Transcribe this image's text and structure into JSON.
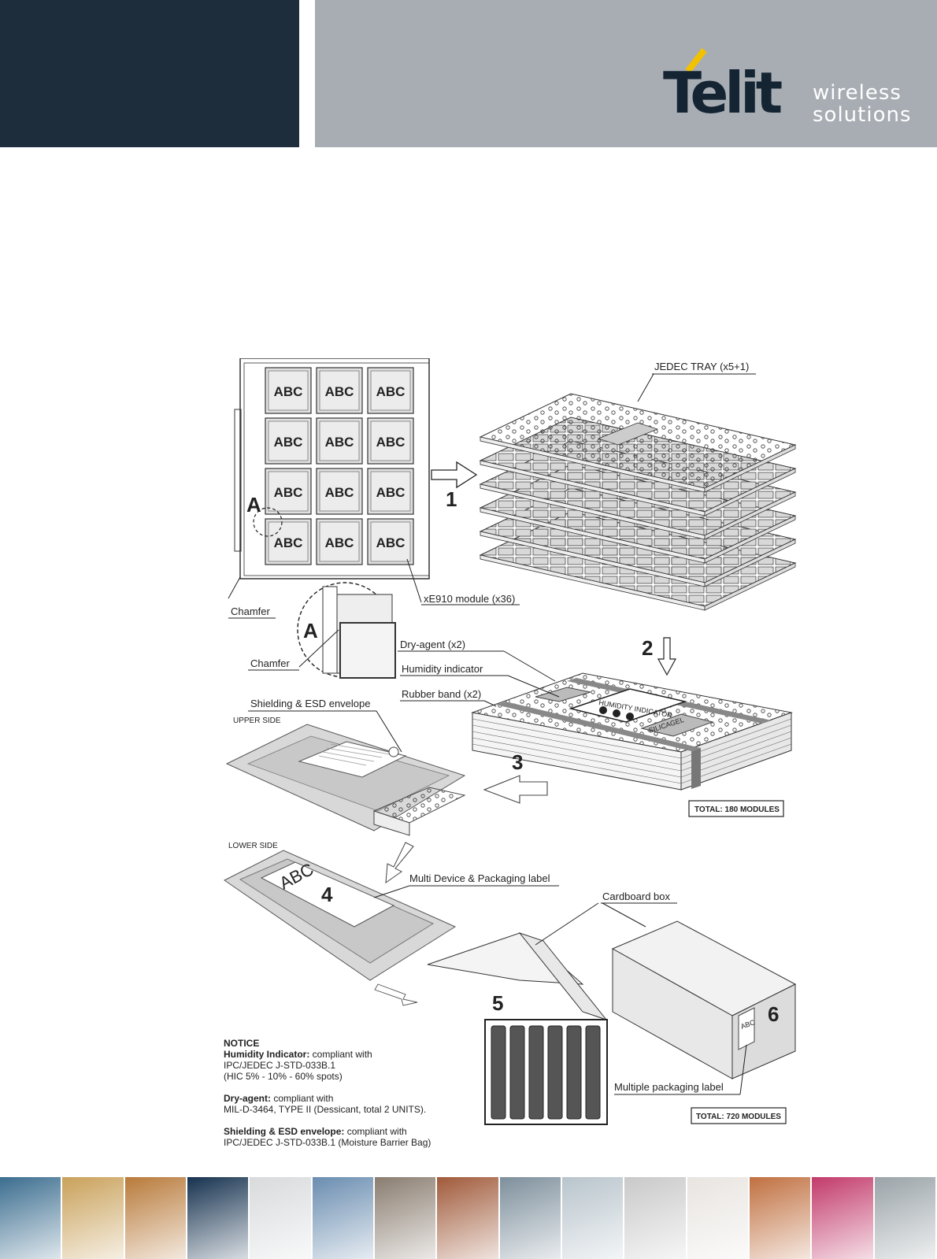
{
  "brand": {
    "name": "Telit",
    "tagline": [
      "wireless",
      "solutions"
    ],
    "colors": {
      "dark": "#1e2d3b",
      "grey": "#a8adb3",
      "accent": "#f2c200"
    }
  },
  "diagram": {
    "tray_cells": [
      "ABC",
      "ABC",
      "ABC",
      "ABC",
      "ABC",
      "ABC",
      "ABC",
      "ABC",
      "ABC",
      "ABC",
      "ABC",
      "ABC"
    ],
    "labels": {
      "jedec_tray": "JEDEC TRAY (x5+1)",
      "point_a": "A",
      "detail_a": "A",
      "chamfer_1": "Chamfer",
      "chamfer_2": "Chamfer",
      "module": "xE910 module (x36)",
      "dry_agent": "Dry-agent (x2)",
      "humidity": "Humidity indicator",
      "rubber_band": "Rubber band (x2)",
      "shielding": "Shielding & ESD envelope",
      "upper_side": "UPPER SIDE",
      "lower_side": "LOWER SIDE",
      "multi_label": "Multi Device & Packaging label",
      "cardboard": "Cardboard box",
      "multiple_label": "Multiple packaging label",
      "total_180": "TOTAL: 180 MODULES",
      "total_720": "TOTAL: 720  MODULES",
      "bag_abc": "ABC",
      "box_abc": "ABC",
      "silica": "SILICAGEL",
      "hic": "HUMIDITY INDICATOR"
    },
    "steps": [
      "1",
      "2",
      "3",
      "4",
      "5",
      "6"
    ]
  },
  "notice": {
    "title": "NOTICE",
    "humidity_title": "Humidity Indicator:",
    "humidity_text": " compliant with",
    "humidity_lines": [
      "IPC/JEDEC J-STD-033B.1",
      "(HIC 5% - 10% - 60% spots)"
    ],
    "dry_title": "Dry-agent:",
    "dry_text": " compliant with",
    "dry_lines": [
      "MIL-D-3464, TYPE II (Dessicant, total 2 UNITS)."
    ],
    "shield_title": "Shielding & ESD envelope:",
    "shield_text": " compliant with",
    "shield_lines": [
      "IPC/JEDEC J-STD-033B.1 (Moisture Barrier Bag)"
    ]
  },
  "footer_tiles": [
    "#3b6d8f",
    "#c9a15a",
    "#b87a3a",
    "#16324f",
    "#d8dadc",
    "#6a8db0",
    "#8a7d70",
    "#a05a3a",
    "#7d8f9c",
    "#b8c4cc",
    "#c9c9c9",
    "#e8e4e0",
    "#c07040",
    "#c23a6a",
    "#9aa3a8"
  ]
}
